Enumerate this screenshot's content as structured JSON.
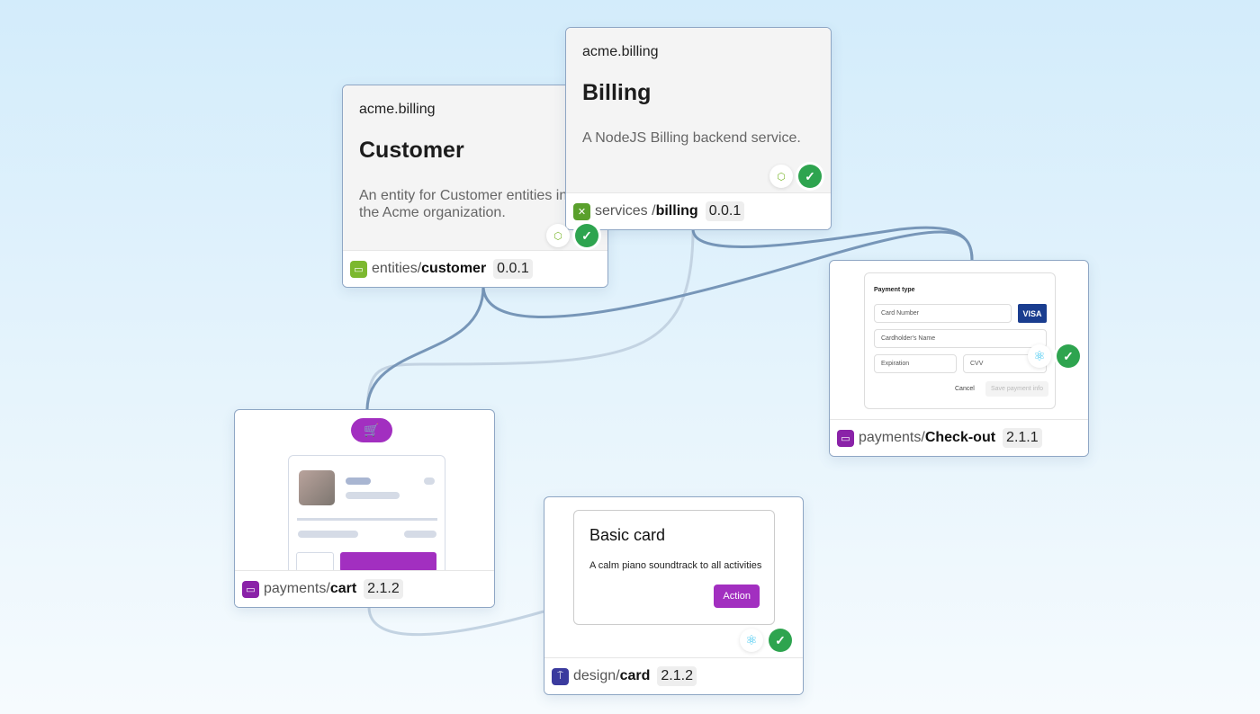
{
  "customer": {
    "namespace": "acme.billing",
    "title": "Customer",
    "description": "An entity for Customer entities in the Acme organization.",
    "scope": "entities/",
    "name": "customer",
    "version": "0.0.1"
  },
  "billing": {
    "namespace": "acme.billing",
    "title": "Billing",
    "description": "A NodeJS Billing backend service.",
    "scope": "services /",
    "name": "billing",
    "version": "0.0.1"
  },
  "checkout": {
    "heading": "Payment type",
    "card_number": "Card Number",
    "visa": "VISA",
    "cardholder": "Cardholder's Name",
    "expiration": "Expiration",
    "cvv": "CVV",
    "cancel": "Cancel",
    "save": "Save payment info",
    "scope": "payments/",
    "name": "Check-out",
    "version": "2.1.1"
  },
  "cart": {
    "scope": "payments/",
    "name": "cart",
    "version": "2.1.2"
  },
  "card": {
    "title": "Basic card",
    "description": "A calm piano soundtrack to all activities",
    "action": "Action",
    "scope": "design/",
    "name": "card",
    "version": "2.1.2"
  },
  "colors": {
    "entity": "#7cb82f",
    "service": "#5aa02c",
    "payments": "#8a22a8",
    "design": "#3b3b9e",
    "edge": "#7796b8",
    "edge_light": "#c3d3e2",
    "check": "#2ea44f"
  }
}
